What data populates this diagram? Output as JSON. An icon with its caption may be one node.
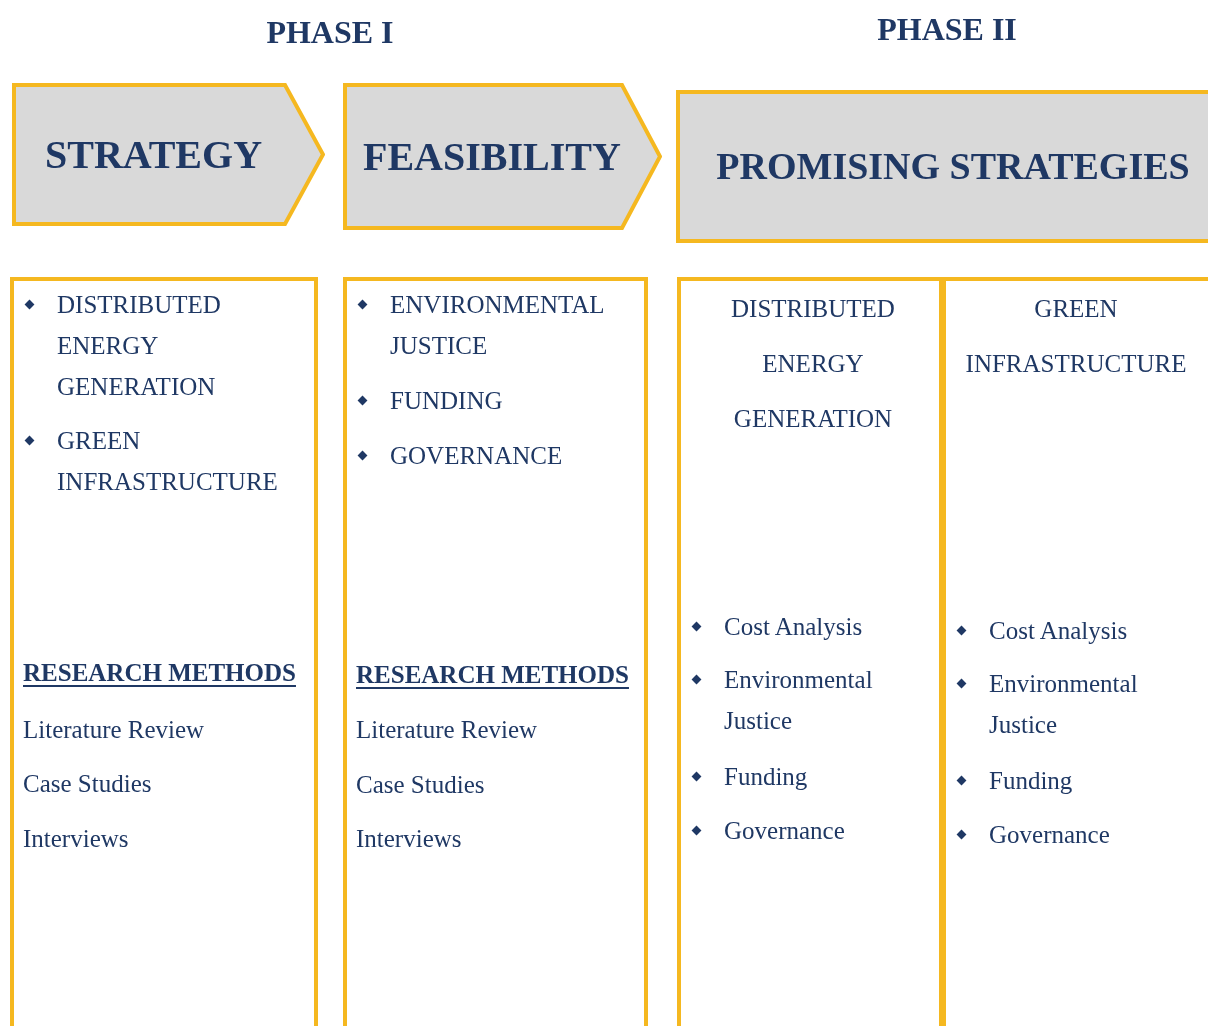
{
  "diagram": {
    "nodes": [
      {
        "text": [
          "STRATEGY"
        ]
      },
      {
        "text": [
          "FEASIBILITY"
        ]
      },
      {
        "text": [
          "PROMISING STRATEGIES"
        ]
      },
      {
        "text": [
          "DISTRIBUTED ENERGY GENERATION",
          "GREEN INFRASTRUCTURE",
          "RESEARCH METHODS",
          "Literature Review",
          "Case Studies",
          "Interviews"
        ]
      },
      {
        "text": [
          "ENVIRONMENTAL JUSTICE",
          "FUNDING",
          "GOVERNANCE",
          "RESEARCH METHODS",
          "Literature Review",
          "Case Studies",
          "Interviews"
        ]
      },
      {
        "text": [
          "DISTRIBUTED ENERGY GENERATION",
          "Cost Analysis",
          "Environmental Justice",
          "Funding",
          "Governance"
        ]
      },
      {
        "text": [
          "GREEN INFRASTRUCTURE",
          "Cost Analysis",
          "Environmental Justice",
          "Funding",
          "Governance"
        ]
      }
    ],
    "labels": [
      "PHASE I",
      "PHASE II"
    ]
  }
}
